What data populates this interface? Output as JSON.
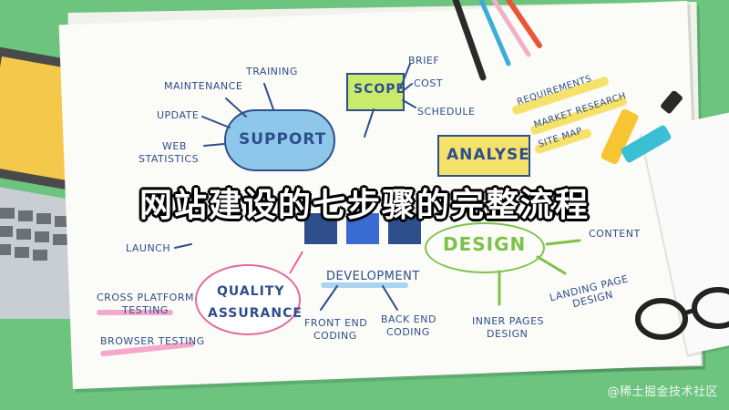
{
  "title": "网站建设的七步骤的完整流程",
  "watermark": "@稀土掘金技术社区",
  "words": {
    "training": "TRAINING",
    "maintenance": "MAINTENANCE",
    "update": "UPDATE",
    "web_statistics_1": "WEB",
    "web_statistics_2": "STATISTICS",
    "support": "SUPPORT",
    "scope": "SCOPE",
    "brief": "BRIEF",
    "cost": "COST",
    "schedule": "SCHEDULE",
    "requirements": "REQUIREMENTS",
    "market_research": "MARKET RESEARCH",
    "site_map": "SITE MAP",
    "analyse": "ANALYSE",
    "launch": "LAUNCH",
    "design": "DESIGN",
    "content": "CONTENT",
    "quality_1": "QUALITY",
    "quality_2": "ASSURANCE",
    "cross_platform_1": "CROSS PLATFORM",
    "cross_platform_2": "TESTING",
    "browser_testing": "BROWSER TESTING",
    "development": "DEVELOPMENT",
    "front_end_1": "FRONT END",
    "front_end_2": "CODING",
    "back_end_1": "BACK END",
    "back_end_2": "CODING",
    "inner_pages_1": "INNER PAGES",
    "inner_pages_2": "DESIGN",
    "landing_page_1": "LANDING PAGE",
    "landing_page_2": "DESIGN"
  },
  "colors": {
    "background": "#6cc47f",
    "ink": "#2f4e8c",
    "support_cloud": "#8fc7ea",
    "scope_box": "#c9ea6b",
    "analyse_box": "#f5e26b",
    "design_green": "#7cc24a",
    "qa_pink": "#e46a9e"
  }
}
